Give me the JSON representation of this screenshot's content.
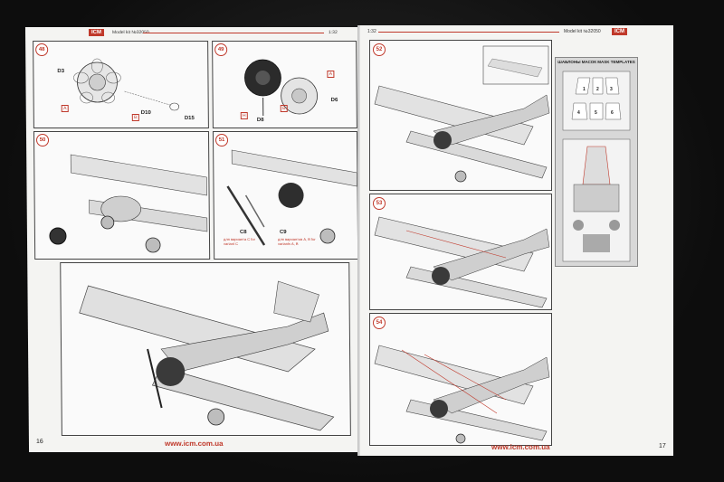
{
  "left_page": {
    "logo": "ICM",
    "model_label": "Model kit №32050",
    "scale": "1:32",
    "url": "www.icm.com.ua",
    "page_number": "16",
    "steps": [
      {
        "number": "48"
      },
      {
        "number": "49"
      },
      {
        "number": "50"
      },
      {
        "number": "51"
      }
    ],
    "step48_parts": {
      "d3": "D3",
      "d10": "D10",
      "d15": "D15",
      "a": "A",
      "b": "B"
    },
    "step49_parts": {
      "d6": "D6",
      "d8": "D8",
      "a": "A",
      "h": "H",
      "b": "B"
    },
    "step51_parts": {
      "c8": "C8",
      "c9": "C9",
      "c8_variant": "для варианта С for variant C",
      "c9_variant": "для вариантов A, B for variants A, B"
    }
  },
  "right_page": {
    "logo": "ICM",
    "model_label": "Model kit №32050",
    "scale": "1:32",
    "url": "www.icm.com.ua",
    "page_number": "17",
    "steps": [
      {
        "number": "52"
      },
      {
        "number": "53"
      },
      {
        "number": "54"
      }
    ],
    "mask_panel": {
      "title": "ШАБЛОНЫ МАСОК MASK TEMPLATES",
      "template_numbers": [
        "1",
        "2",
        "3",
        "4",
        "5",
        "6"
      ]
    }
  },
  "colors": {
    "accent": "#c0392b",
    "paper": "#f4f4f2",
    "background": "#111111"
  }
}
